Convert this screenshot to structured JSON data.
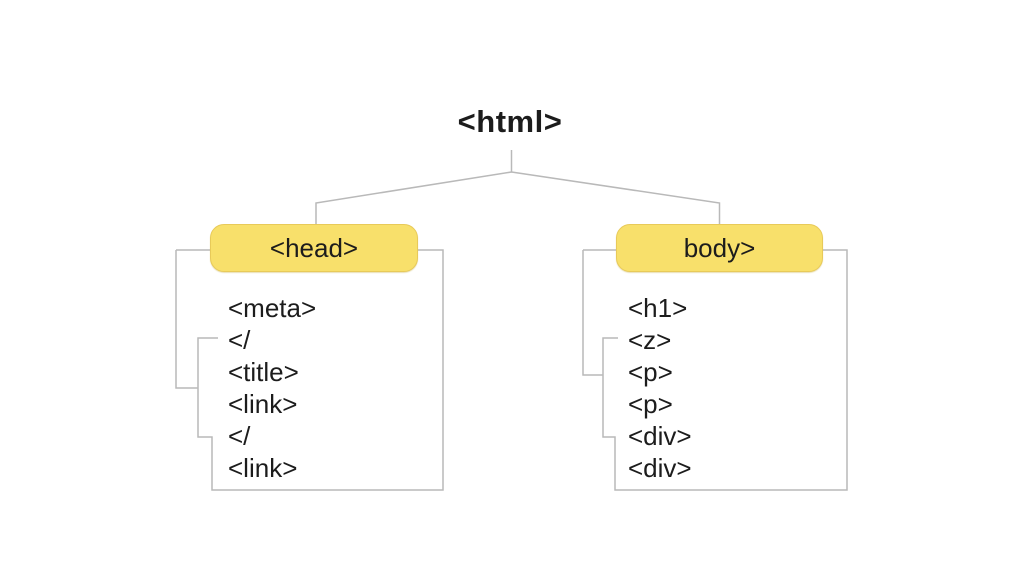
{
  "diagram": {
    "root": {
      "label": "<html>"
    },
    "nodes": [
      {
        "label": "<head>",
        "children": [
          "<meta>",
          "</",
          "<title>",
          "<link>",
          "</",
          "<link>"
        ]
      },
      {
        "label": "body>",
        "children": [
          "<h1>",
          "<z>",
          "<p>",
          "<p>",
          "<div>",
          "<div>"
        ]
      }
    ],
    "colors": {
      "node_fill": "#F8E06B",
      "node_border": "#E8CA59",
      "line": "#B9B9B9",
      "text": "#1C1C1C",
      "background": "#FFFFFF"
    }
  }
}
